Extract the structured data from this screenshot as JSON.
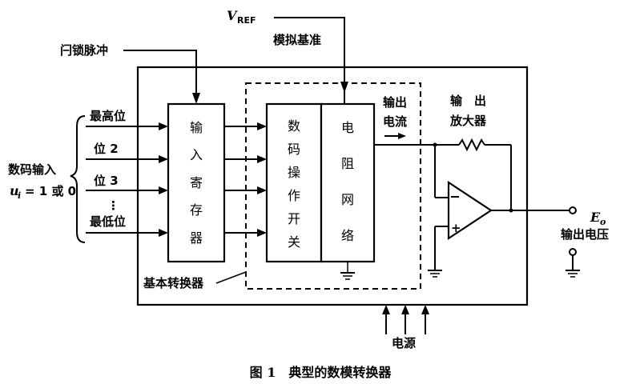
{
  "diagram": {
    "caption": "图 1　典型的数模转换器",
    "labels": {
      "vref_main": "V",
      "vref_sub": "REF",
      "analog_ref": "模拟基准",
      "latch_pulse": "闩锁脉冲",
      "bit_msb": "最高位",
      "bit_2": "位 2",
      "bit_3": "位 3",
      "bit_dots": "⋮",
      "bit_lsb": "最低位",
      "digital_input": "数码输入",
      "digital_input_eq": "= 1 或 0",
      "ui_u": "u",
      "ui_i": "i",
      "output_current_1": "输出",
      "output_current_2": "电流",
      "out_amp_1": "输　出",
      "out_amp_2": "放大器",
      "eo_main": "E",
      "eo_sub": "o",
      "output_voltage": "输出电压",
      "basic_converter": "基本转换器",
      "power_supply": "电源"
    },
    "blocks": {
      "input_register": [
        "输",
        "入",
        "寄",
        "存",
        "器"
      ],
      "digital_switch": [
        "数",
        "码",
        "操",
        "作",
        "开",
        "关"
      ],
      "resistor_network": [
        "电",
        "阻",
        "网",
        "络"
      ]
    }
  }
}
